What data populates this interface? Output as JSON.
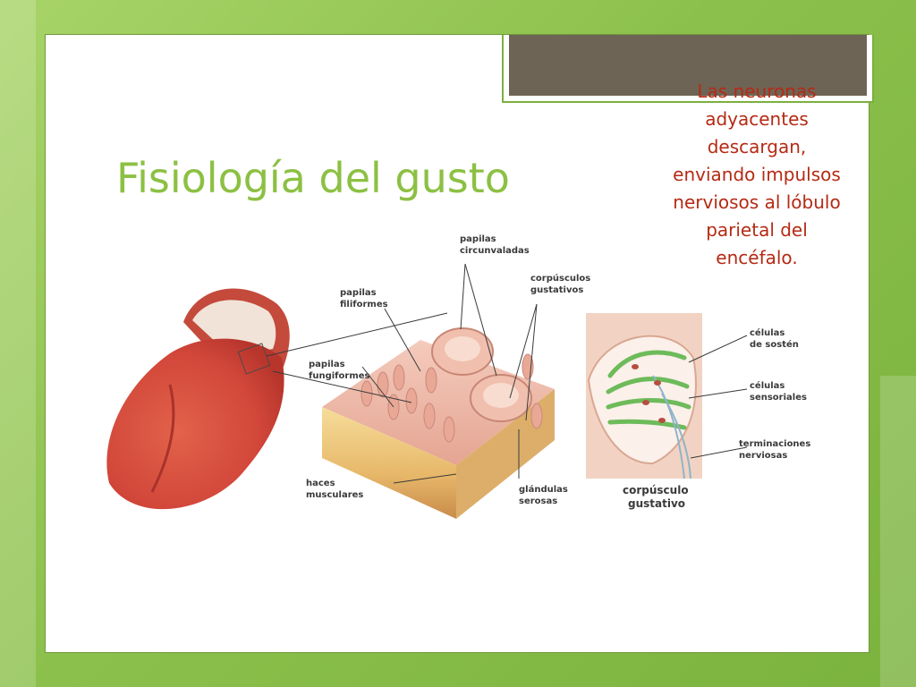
{
  "slide": {
    "title": "Fisiología del gusto",
    "note": "Las neuronas adyacentes descargan, enviando impulsos nerviosos al lóbulo parietal del encéfalo."
  },
  "figure": {
    "labels": {
      "papilas_circunvaladas": [
        "papilas",
        "circunvaladas"
      ],
      "corpusculos_gustativos": [
        "corpúsculos",
        "gustativos"
      ],
      "papilas_filiformes": [
        "papilas",
        "filiformes"
      ],
      "papilas_fungiformes": [
        "papilas",
        "fungiformes"
      ],
      "haces_musculares": [
        "haces",
        "musculares"
      ],
      "glandulas_serosas": [
        "glándulas",
        "serosas"
      ],
      "celulas_sosten": [
        "células",
        "de sostén"
      ],
      "celulas_sensoriales": [
        "células",
        "sensoriales"
      ],
      "terminaciones_nerviosas": [
        "terminaciones",
        "nerviosas"
      ],
      "corpusculo_gustativo": [
        "corpúsculo",
        "gustativo"
      ]
    }
  },
  "colors": {
    "accent_green": "#8cc043",
    "note_red": "#b52a14",
    "title_bar": "#6e6455"
  }
}
